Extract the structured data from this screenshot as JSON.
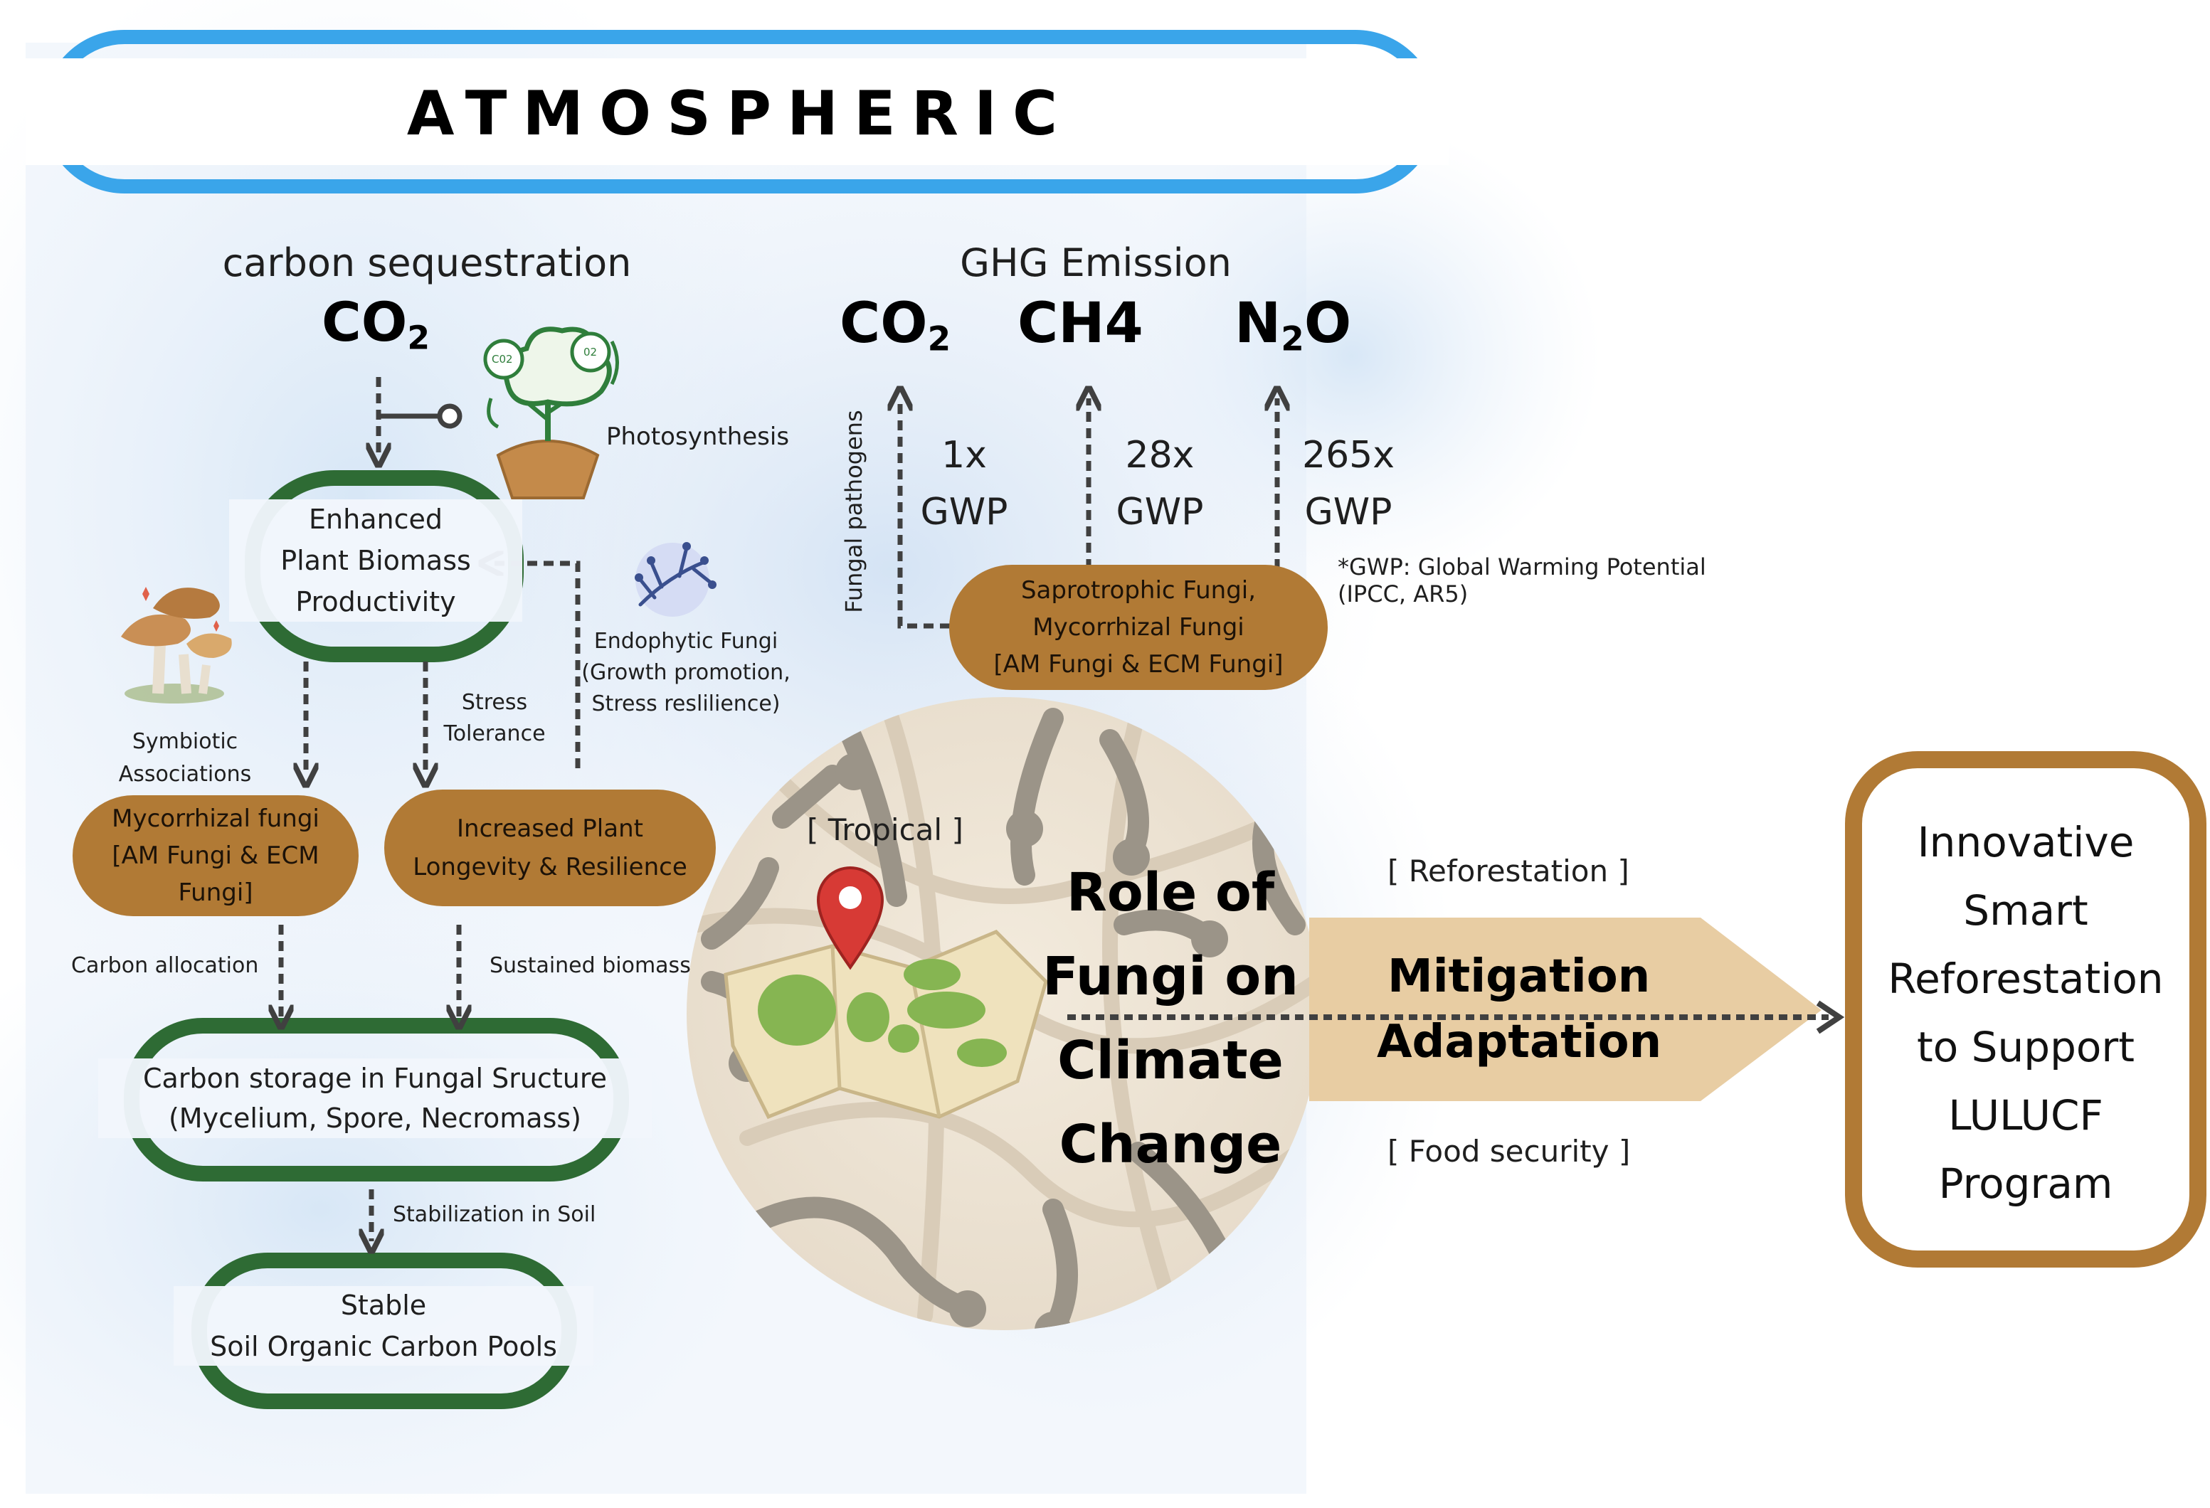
{
  "header": {
    "title": "ATMOSPHERIC"
  },
  "sequestration": {
    "heading": "carbon sequestration",
    "gas": "CO",
    "gas_sub": "2",
    "photosynthesis_label": "Photosynthesis",
    "icon_text_co2": "C02",
    "icon_text_o2": "02",
    "enhanced_box": [
      "Enhanced",
      "Plant Biomass",
      "Productivity"
    ],
    "symbiotic_label": [
      "Symbiotic",
      "Associations"
    ],
    "stress_label": [
      "Stress",
      "Tolerance"
    ],
    "endophytic_label": [
      "Endophytic Fungi",
      "(Growth promotion,",
      "Stress reslilience)"
    ],
    "mycorrhizal_pill": [
      "Mycorrhizal fungi",
      "[AM Fungi & ECM",
      "Fungi]"
    ],
    "longevity_pill": [
      "Increased Plant",
      "Longevity & Resilience"
    ],
    "carbon_allocation_label": "Carbon allocation",
    "sustained_biomass_label": "Sustained biomass",
    "storage_box": [
      "Carbon storage in Fungal Sructure",
      "(Mycelium, Spore, Necromass)"
    ],
    "stabilization_label": "Stabilization in Soil",
    "stable_box": [
      "Stable",
      "Soil Organic Carbon Pools"
    ]
  },
  "ghg": {
    "heading": "GHG Emission",
    "gases": [
      {
        "main": "CO",
        "sub": "2",
        "rest": "",
        "factor": "1x",
        "unit": "GWP"
      },
      {
        "main": "CH4",
        "sub": "",
        "rest": "",
        "factor": "28x",
        "unit": "GWP"
      },
      {
        "main": "N",
        "sub": "2",
        "rest": "O",
        "factor": "265x",
        "unit": "GWP"
      }
    ],
    "pathogens_label": "Fungal pathogens",
    "saprotrophic_pill": [
      "Saprotrophic Fungi,",
      "Mycorrhizal Fungi",
      "[AM Fungi & ECM Fungi]"
    ],
    "gwp_note": [
      "*GWP: Global Warming Potential",
      "(IPCC, AR5)"
    ]
  },
  "center": {
    "tropical_label": "[ Tropical ]",
    "role_title": [
      "Role of",
      "Fungi on",
      "Climate",
      "Change"
    ]
  },
  "arrow": {
    "reforestation_label": "[ Reforestation ]",
    "mitigation": "Mitigation",
    "adaptation": "Adaptation",
    "food_security_label": "[ Food security ]"
  },
  "result_box": {
    "lines": [
      "Innovative",
      "Smart",
      "Reforestation",
      "to Support",
      "LULUCF",
      "Program"
    ]
  },
  "colors": {
    "blue": "#3aa5ea",
    "green": "#2e6b34",
    "brown": "#b17a35",
    "tan": "#e8cda3",
    "dashed": "#404040"
  }
}
